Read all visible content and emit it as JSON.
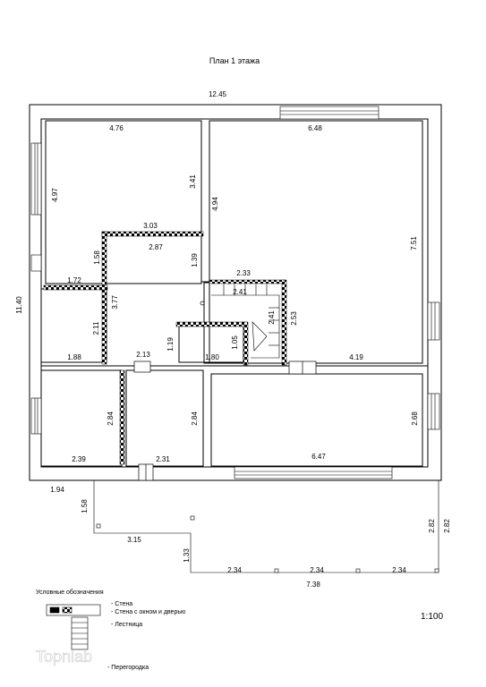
{
  "title": "План 1 этажа",
  "scale": "1:100",
  "brand": "Topnlab",
  "dimensions": {
    "overall_width": "12.45",
    "overall_depth": "11.40",
    "r1_width": "4.76",
    "r1_depth": "4.97",
    "r1_right": "3.41",
    "r2_width": "6.48",
    "r2_left": "4.94",
    "r2_depth": "7.51",
    "hall_top": "3.03",
    "hall_inner": "2.87",
    "hall_left": "1.58",
    "hall_right": "1.39",
    "hall_mid": "3.77",
    "stair_top": "2.33",
    "stair_inner": "2.41",
    "stair_right": "2.53",
    "stair_flight": "2.41",
    "small_room_top": "1.72",
    "small_room_side": "2.11",
    "small_room_bottom": "1.88",
    "closet_bottom": "2.13",
    "closet_height": "1.19",
    "bath_width": "1.80",
    "bath_height": "1.05",
    "corr_width": "4.19",
    "r5_height": "2.84",
    "r5_width": "2.39",
    "r6_height": "2.84",
    "r6_width": "2.31",
    "r7_width": "6.47",
    "r7_height": "2.68",
    "terrace_left": "1.94",
    "terrace_down": "1.58",
    "terrace_width": "3.15",
    "terrace_step": "1.33",
    "span_1": "2.34",
    "span_2": "2.34",
    "span_3": "2.34",
    "terrace_total": "7.38",
    "terrace_side_a": "2.82",
    "terrace_side_b": "2.82"
  },
  "legend": {
    "heading": "Условные обозначения",
    "items": [
      "- Стена",
      "- Стена с окном и дверью",
      "- Лестница",
      "- Перегородка"
    ]
  }
}
